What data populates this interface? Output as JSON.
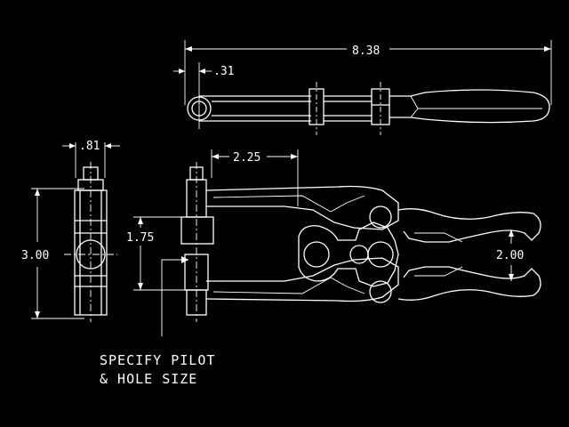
{
  "dimensions": {
    "overall_length": "8.38",
    "pin_offset": ".31",
    "side_width": ".81",
    "mount_offset": "2.25",
    "height": "3.00",
    "pilot_spacing": "1.75",
    "jaw_opening": "2.00"
  },
  "note": {
    "line1": "SPECIFY PILOT",
    "line2": "& HOLE SIZE"
  },
  "colors": {
    "background": "#000000",
    "stroke": "#ffffff"
  }
}
